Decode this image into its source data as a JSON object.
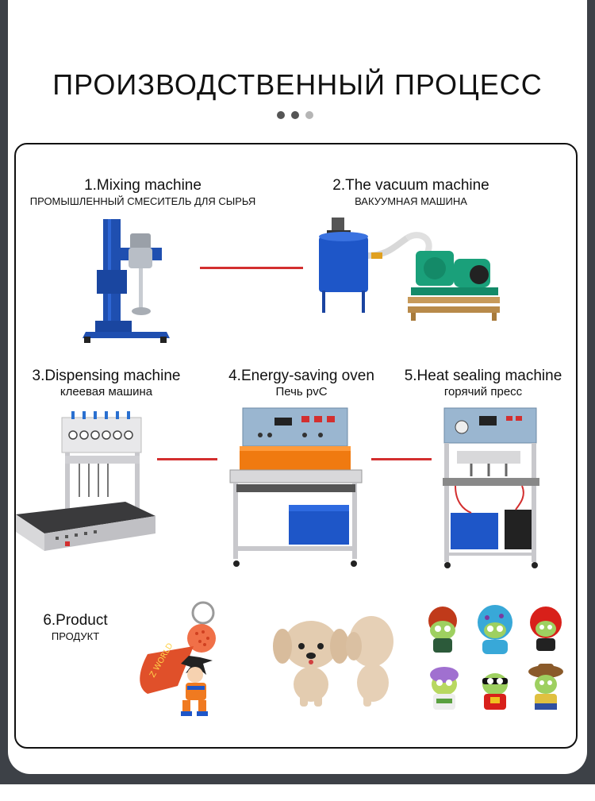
{
  "title": "ПРОИЗВОДСТВЕННЫЙ ПРОЦЕСС",
  "pager": {
    "dots": 3,
    "active_colors": [
      "#555555",
      "#555555",
      "#b5b5b5"
    ]
  },
  "colors": {
    "link": "#d32f2f",
    "frame": "#111111",
    "background": "#3d4147"
  },
  "steps": [
    {
      "en": "1.Mixing machine",
      "ru": "ПРОМЫШЛЕННЫЙ СМЕСИТЕЛЬ ДЛЯ СЫРЬЯ"
    },
    {
      "en": "2.The vacuum machine",
      "ru": "ВАКУУМНАЯ МАШИНА"
    },
    {
      "en": "3.Dispensing machine",
      "ru": "клеевая машина"
    },
    {
      "en": "4.Energy-saving oven",
      "ru": "Печь pvC"
    },
    {
      "en": "5.Heat sealing machine",
      "ru": "горячий пресс"
    },
    {
      "en": "6.Product",
      "ru": "ПРОДУКТ"
    }
  ],
  "products": {
    "keychain_text": "Z WORLD"
  }
}
